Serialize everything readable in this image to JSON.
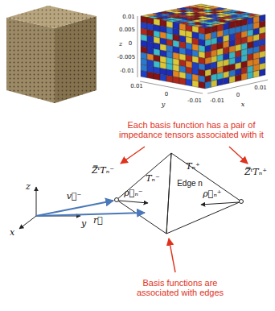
{
  "diagram": {
    "labels": [
      "0.01",
      "0.005",
      "0",
      "-0.005",
      "-0.01",
      "z",
      "0.01",
      "0",
      "-0.01",
      "y",
      "-0.01",
      "0",
      "0.01",
      "x",
      "Each basis function has a pair of impedance tensors associated with it",
      "Z̿ᵗTₙ⁻",
      "Tₙ⁻",
      "Edge n",
      "Tₙ⁺",
      "Z̿ᵗTₙ⁺",
      "ρ⃗ₙ⁻",
      "ρ⃗ₙ⁺",
      "z",
      "v⃗⁻",
      "r⃗",
      "y",
      "x",
      "Basis functions are associated with edges"
    ]
  }
}
